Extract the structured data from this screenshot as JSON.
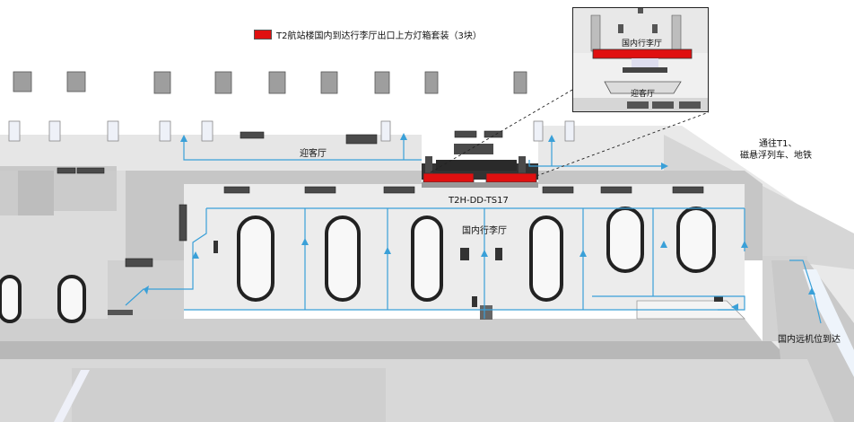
{
  "legend": {
    "label": "T2航站楼国内到达行李厅出口上方灯箱套装（3块）",
    "color": "#e01010"
  },
  "labels": {
    "greeting_hall": "迎客厅",
    "to_t1": "通往T1、",
    "maglev": "磁悬浮列车、地铁",
    "sign_code": "T2H-DD-TS17",
    "baggage_hall": "国内行李厅",
    "remote_stand": "国内远机位到达"
  },
  "inset": {
    "baggage_hall": "国内行李厅",
    "greeting_hall": "迎客厅"
  },
  "colors": {
    "floor": "#e3e3e3",
    "wall": "#c4c4c4",
    "route": "#3aa0d8",
    "highlight": "#e01010"
  }
}
